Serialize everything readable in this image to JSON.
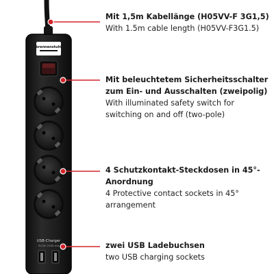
{
  "product": {
    "brand_label": "brennenstuhl",
    "usb_label": "USB-Charger",
    "usb_spec": "5V DC 2100 mA"
  },
  "colors": {
    "body": "#1b1b1b",
    "callout_line": "#d2232a",
    "text": "#1a1a1a"
  },
  "callouts": [
    {
      "de": "Mit 1,5m Kabellänge (H05VV-F 3G1,5)",
      "en": "With 1.5m cable length (H05VV-F3G1.5)"
    },
    {
      "de": "Mit beleuchtetem Sicherheitsschalter zum Ein- und Ausschalten (zweipolig)",
      "en": "With illuminated safety switch for switching on and off (two-pole)"
    },
    {
      "de": "4 Schutzkontakt-Steckdosen in 45°-Anordnung",
      "en": "4 Protective contact sockets in 45° arrangement"
    },
    {
      "de": "zwei USB Ladebuchsen",
      "en": "two USB charging sockets"
    }
  ]
}
